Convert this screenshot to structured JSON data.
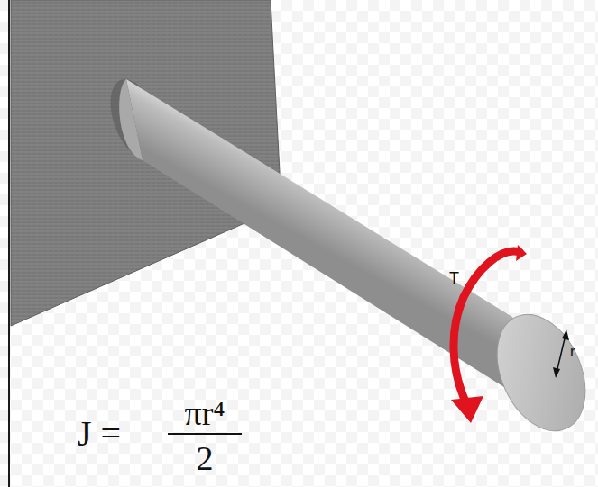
{
  "diagram": {
    "labels": [
      "T",
      "r",
      "J =",
      "πr⁴",
      "2"
    ]
  }
}
